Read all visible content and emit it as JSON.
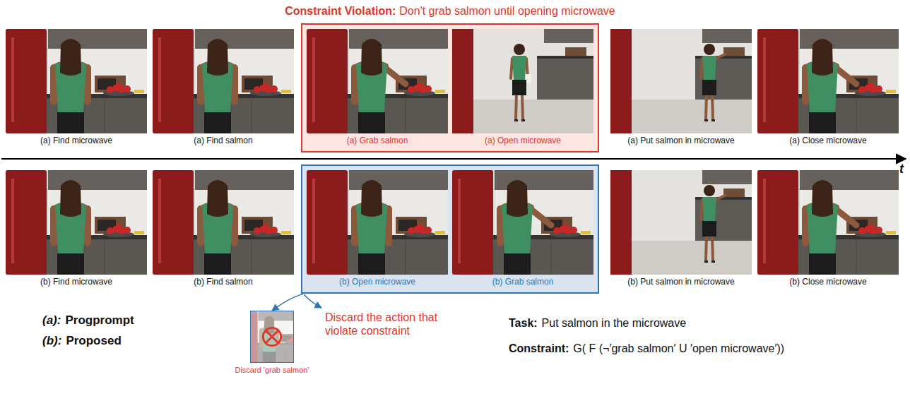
{
  "diagram": {
    "nodes": [
      {
        "text": [
          "(a) Find microwave"
        ]
      },
      {
        "text": [
          "(a) Find salmon"
        ]
      },
      {
        "text": [
          "Constraint Violation:",
          "Don't grab salmon until opening microwave"
        ]
      },
      {
        "text": [
          "(a) Grab salmon"
        ],
        "in": 2
      },
      {
        "text": [
          "(a) Open microwave"
        ],
        "in": 2
      },
      {
        "text": [
          "(a) Put salmon in microwave"
        ]
      },
      {
        "text": [
          "(a) Close microwave"
        ]
      },
      {
        "text": [
          "(b) Find microwave"
        ]
      },
      {
        "text": [
          "(b) Find salmon"
        ]
      },
      {
        "text": []
      },
      {
        "text": [
          "(b) Open microwave"
        ],
        "in": 9
      },
      {
        "text": [
          "(b) Grab salmon"
        ],
        "in": 9
      },
      {
        "text": [
          "(b) Put salmon in microwave"
        ]
      },
      {
        "text": [
          "(b) Close microwave"
        ]
      },
      {
        "text": [
          "Discard 'grab salmon'"
        ]
      }
    ],
    "edges": [
      {
        "from": 9,
        "to": 14,
        "arrow": "to"
      }
    ],
    "labels": [
      "t",
      "(a):",
      "Progprompt",
      "(b):",
      "Proposed",
      "Discard the action that violate constraint",
      "Task:",
      "Put salmon in the microwave",
      "Constraint:",
      "G( F (¬′grab salmon′ U ′open microwave′))"
    ]
  }
}
